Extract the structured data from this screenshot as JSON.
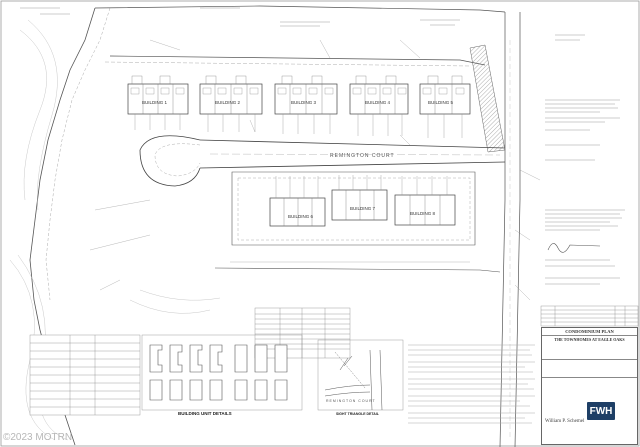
{
  "sheet": {
    "road_label": "REMINGTON COURT",
    "road_label_small": "REMINGTON COURT",
    "building_labels": [
      "BUILDING 1",
      "BUILDING 2",
      "BUILDING 3",
      "BUILDING 4",
      "BUILDING 5",
      "BUILDING 6",
      "BUILDING 7",
      "BUILDING 8"
    ],
    "building_details_title": "BUILDING UNIT DETAILS",
    "triangle_detail_title": "SIGHT TRIANGLE DETAIL"
  },
  "title_block": {
    "plan_type": "CONDOMINIUM PLAN",
    "project_name": "THE TOWNHOMES AT EAGLE OAKS",
    "signer": "William P. Schemel",
    "firm_logo": "FWH"
  },
  "watermark": "©2023 MOTRN",
  "colors": {
    "linework": "#555555",
    "light_linework": "#9a9a9a",
    "hatch": "#777777",
    "logo_bg": "#1e3f66"
  }
}
